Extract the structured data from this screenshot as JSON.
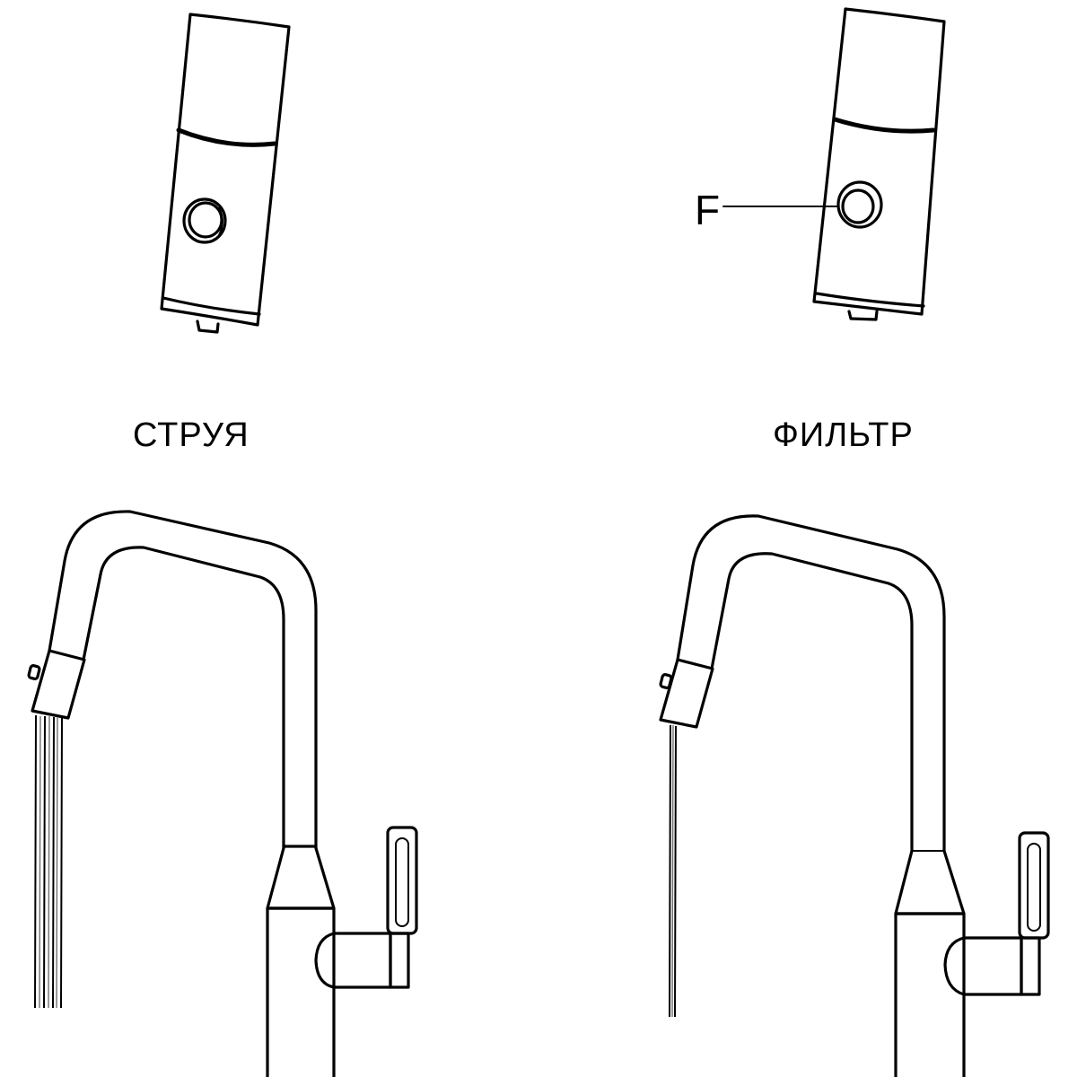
{
  "labels": {
    "left_mode": "СТРУЯ",
    "right_mode": "ФИЛЬТР",
    "callout": "F"
  },
  "colors": {
    "ink": "#000000",
    "background": "#ffffff"
  }
}
